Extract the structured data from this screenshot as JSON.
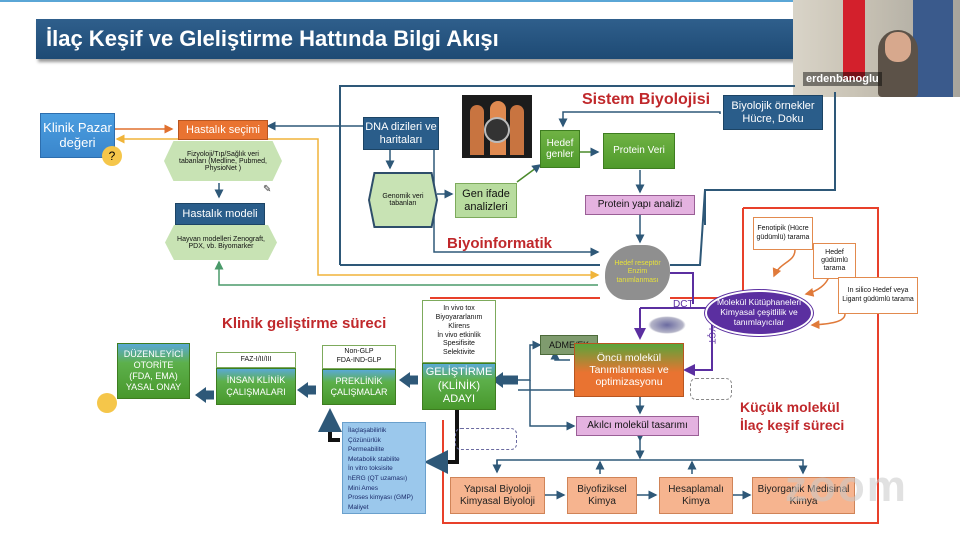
{
  "slide": {
    "title": "İlaç Keşif ve Gleliştirme Hattında Bilgi Akışı"
  },
  "video": {
    "participant_name": "erdenbanoglu"
  },
  "sections": {
    "sistem_biyolojisi": "Sistem Biyolojisi",
    "biyoinformatik": "Biyoinformatik",
    "klinik_gelistirme": "Klinik geliştirme süreci",
    "kucuk_molekul_1": "Küçük molekül",
    "kucuk_molekul_2": "İlaç keşif süreci"
  },
  "nodes": {
    "klinik_pazar": "Klinik Pazar değeri",
    "hastalik_secimi": "Hastalık seçimi",
    "fizyoloji_db": "Fizyoloji/Tıp/Sağlık veri tabanları (Medline, Pubmed, PhysioNet )",
    "hastalik_modeli": "Hastalık modeli",
    "hayvan_modelleri": "Hayvan modelleri Zenograft, PDX, vb. Biyomarker",
    "dna": "DNA dizileri ve haritaları",
    "genomik": "Genomik veri tabanları",
    "gen_ifade": "Gen ifade analizleri",
    "hedef_genler": "Hedef genler",
    "protein_veri": "Protein Veri",
    "protein_yapi": "Protein yapı analizi",
    "biyolojik_ornekler": "Biyolojik örnekler Hücre, Doku",
    "hedef_reseptor": "Hedef reseptör Enzim tanımlanması",
    "fenotipik": "Fenotipik (Hücre güdümlü) tarama",
    "hedef_gudumlu": "Hedef güdümlü tarama",
    "in_silico": "In silico Hedef veya Ligant güdümlü tarama",
    "molekul_kutuphaneleri": "Molekül Kütüphaneleri Kimyasal çeşitlilik ve tanımlayıcılar",
    "dct": "DCT",
    "yct": "YÇT",
    "adme": "ADME/FK",
    "oncu_molekul": "Öncü molekül Tanımlanması ve optimizasyonu",
    "akilci": "Akılcı molekül tasarımı",
    "yapisal": "Yapısal Biyoloji Kimyasal Biyoloji",
    "biyofiziksel": "Biyofiziksel Kimya",
    "hesaplamali": "Hesaplamalı Kimya",
    "biyorganik": "Biyorganik Medisinal Kimya"
  },
  "clinical": [
    {
      "top": "In vivo tox\nBiyoyararlanım\nKlirens\nİn vivo etkinlik\nSpesifisite\nSelektivite",
      "bottom": "GELİŞTİRME (KLİNİK) ADAYI"
    },
    {
      "top": "Non-GLP\nFDA-IND-GLP",
      "bottom": "PREKLİNİK ÇALIŞMALAR"
    },
    {
      "top": "FAZ-I/II/III",
      "bottom": "İNSAN KLİNİK ÇALIŞMALARI"
    },
    {
      "top": "",
      "bottom": "DÜZENLEYİCİ OTORİTE (FDA, EMA) YASAL ONAY"
    }
  ],
  "properties_list": [
    "İlaçlaşabilirlik",
    "Çözünürlük",
    "Permeabilite",
    "Metabolik stabilite",
    "İn vitro toksisite",
    "hERG (QT uzaması)",
    "Mini Ames",
    "Proses kimyası (GMP)",
    "Maliyet"
  ],
  "overlay": {
    "zoom_watermark": "zoom"
  },
  "colors": {
    "title_bar": "#2a5d8a",
    "section_red": "#c0282b",
    "navy": "#2a5d8a",
    "green": "#5aa43a",
    "orange": "#e97331",
    "purple": "#5b2fa0"
  }
}
